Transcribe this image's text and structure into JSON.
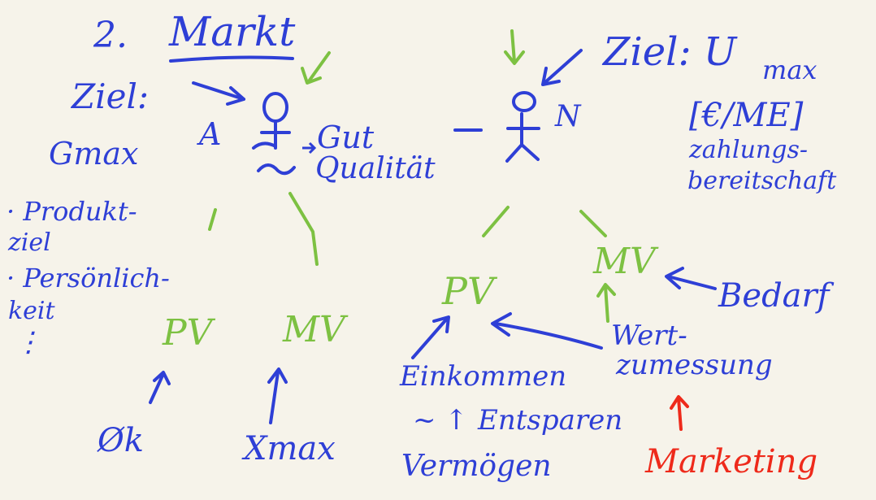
{
  "colors": {
    "ink_blue": "#2e3fd6",
    "ink_green": "#7dc142",
    "ink_red": "#ee2a1b",
    "paper": "#f6f3ea"
  },
  "heading": {
    "number": "2.",
    "title": "Markt"
  },
  "left": {
    "ziel": "Ziel:",
    "gmax": "Gmax",
    "bullets": [
      "· Produkt-",
      "  ziel",
      "· Persönlich-",
      "  keit",
      "⋮"
    ]
  },
  "center": {
    "a_label": "A",
    "n_label": "N",
    "gut": "Gut",
    "qualitaet": "Qualität",
    "tilde": "~"
  },
  "right": {
    "ziel_u": "Ziel: U",
    "max_sub": "max",
    "einheit": "[€/ME]",
    "zahlung_1": "zahlungs-",
    "zahlung_2": "bereitschaft",
    "bedarf": "Bedarf"
  },
  "supply": {
    "pv": "PV",
    "mv": "MV",
    "ok": "Øk",
    "xmax": "Xmax"
  },
  "demand": {
    "pv": "PV",
    "mv": "MV",
    "einkommen": "Einkommen",
    "tilde_arrow": "~ ↑",
    "entsparen": "Entsparen",
    "vermoegen": "Vermögen",
    "wert_1": "Wert-",
    "wert_2": "zumessung",
    "marketing": "Marketing"
  }
}
